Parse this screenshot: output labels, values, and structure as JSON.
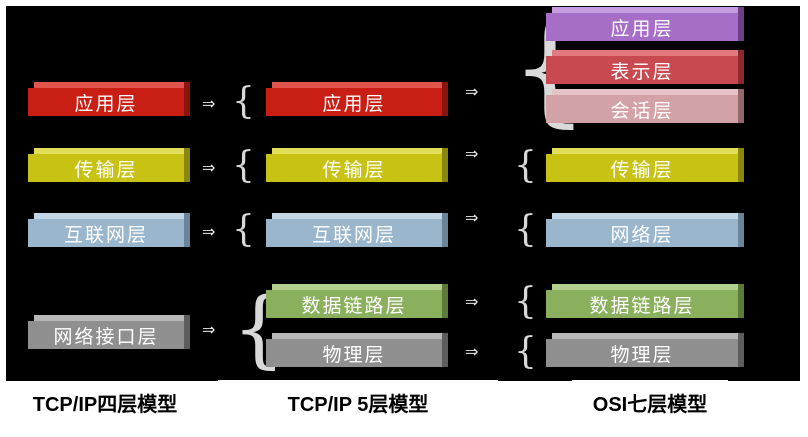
{
  "colors": {
    "red": "#c81e14",
    "yellow": "#c8c214",
    "blue": "#9ab6cd",
    "purple": "#a66ec6",
    "pink": "#c84a50",
    "lightpink": "#d3a2a6",
    "green": "#8ab05e",
    "gray": "#8f8f8f"
  },
  "tcp4": {
    "title": "TCP/IP四层模型",
    "layers": [
      "应用层",
      "传输层",
      "互联网层",
      "网络接口层"
    ]
  },
  "tcp5": {
    "title": "TCP/IP 5层模型",
    "layers": [
      "应用层",
      "传输层",
      "互联网层",
      "数据链路层",
      "物理层"
    ]
  },
  "osi": {
    "title": "OSI七层模型",
    "layers": [
      "应用层",
      "表示层",
      "会话层",
      "传输层",
      "网络层",
      "数据链路层",
      "物理层"
    ]
  },
  "symbols": {
    "arrow": "⇒",
    "brace": "{"
  }
}
